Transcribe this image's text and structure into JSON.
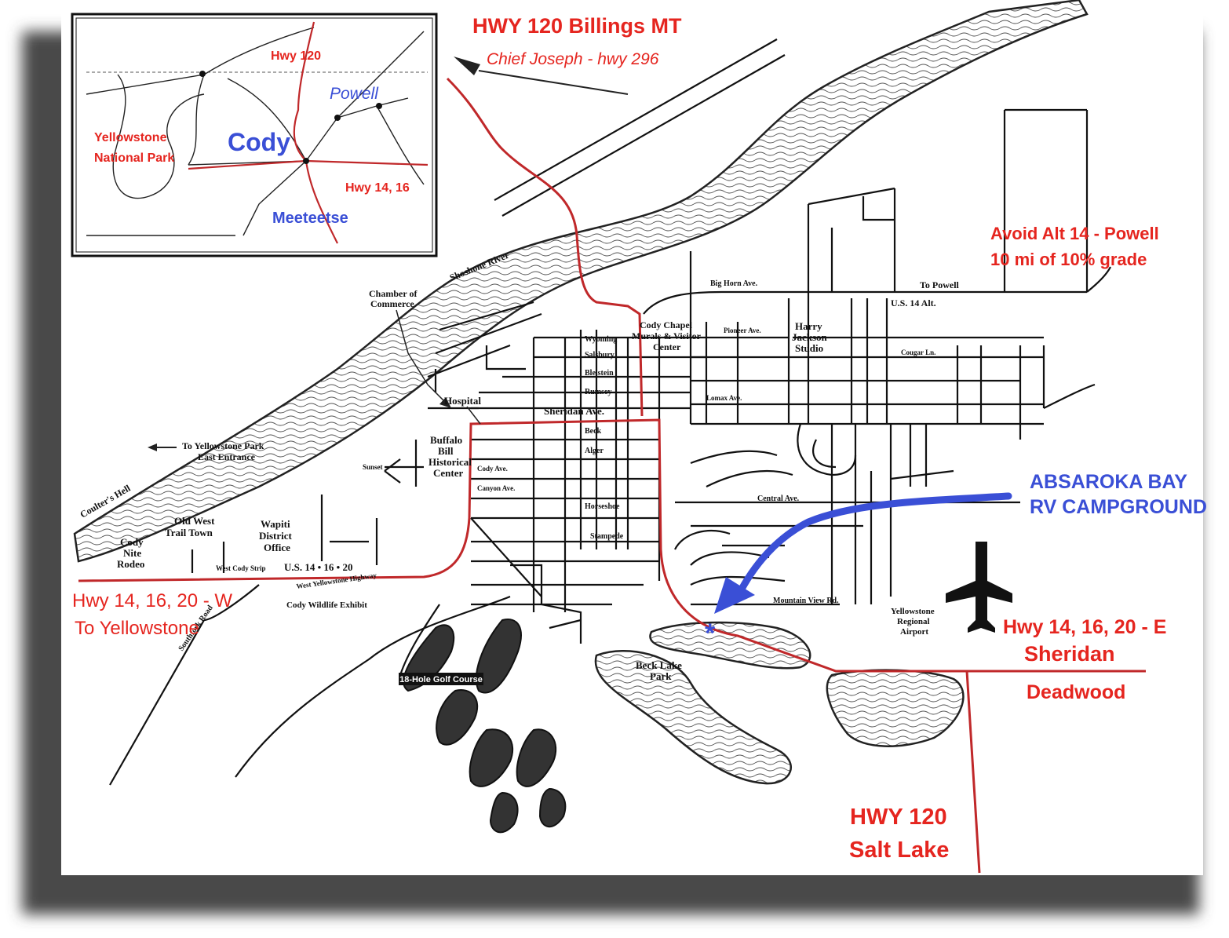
{
  "colors": {
    "route_red": "#c0282a",
    "label_red": "#e5251f",
    "label_blue": "#3a4fd6",
    "shadow": "#4a4a4a",
    "river_fill": "#ffffff"
  },
  "inset": {
    "hwy120": "Hwy 120",
    "powell": "Powell",
    "yellowstone1": "Yellowstone",
    "yellowstone2": "National Park",
    "cody": "Cody",
    "hwy1416": "Hwy 14, 16",
    "meeteetse": "Meeteetse"
  },
  "annotations": {
    "hwy120_billings": "HWY 120 Billings MT",
    "chief_joseph": "Chief Joseph - hwy 296",
    "avoid_alt14": "Avoid Alt 14 - Powell",
    "grade": "10 mi of 10% grade",
    "absaroka1": "ABSAROKA BAY",
    "absaroka2": "RV CAMPGROUND",
    "west1": "Hwy 14, 16, 20 - W",
    "west2": "To Yellowstone",
    "east1": "Hwy 14, 16, 20 - E",
    "east2": "Sheridan",
    "deadwood": "Deadwood",
    "hwy120_south": "HWY 120",
    "salt_lake": "Salt Lake"
  },
  "map_labels": {
    "shoshone_river": "Shoshone River",
    "chamber1": "Chamber of",
    "chamber2": "Commerce",
    "to_yellowstone1": "To Yellowstone Park",
    "to_yellowstone2": "East Entrance",
    "coulters_hell": "Coulter's Hell",
    "hospital": "Hospital",
    "sheridan_ave": "Sheridan Ave.",
    "buffalo1": "Buffalo",
    "buffalo2": "Bill",
    "buffalo3": "Historical",
    "buffalo4": "Center",
    "chapel1": "Cody Chapel",
    "chapel2": "Murals & Visitor",
    "chapel3": "Center",
    "harry1": "Harry",
    "harry2": "Jackson",
    "harry3": "Studio",
    "big_horn": "Big Horn Ave.",
    "us14alt": "U.S. 14 Alt.",
    "to_powell": "To Powell",
    "old_west1": "Old West",
    "old_west2": "Trail Town",
    "wapiti1": "Wapiti",
    "wapiti2": "District",
    "wapiti3": "Office",
    "cody_nite1": "Cody",
    "cody_nite2": "Nite",
    "cody_nite3": "Rodeo",
    "us14_16_20": "U.S. 14 • 16 • 20",
    "west_cody_strip": "West Cody Strip",
    "west_yellowstone_hwy": "West Yellowstone Highway",
    "wildlife": "Cody Wildlife Exhibit",
    "golf": "18-Hole Golf Course",
    "beck1": "Beck Lake",
    "beck2": "Park",
    "airport1": "Yellowstone",
    "airport2": "Regional",
    "airport3": "Airport",
    "beck_st": "Beck",
    "alger": "Alger",
    "stampede": "Stampede",
    "central_ave": "Central Ave.",
    "mountain_view": "Mountain View Rd.",
    "wyoming": "Wyoming",
    "salsbury": "Salsbury",
    "bleistein": "Bleistein",
    "rumsey": "Rumsey",
    "cody_ave": "Cody Ave.",
    "canyon_ave": "Canyon Ave.",
    "horseshoe": "Horseshoe",
    "sunset": "Sunset",
    "pioneer": "Pioneer Ave.",
    "lomax": "Lomax Ave.",
    "cougar": "Cougar Ln.",
    "southfork": "Southfork Road"
  },
  "markers": {
    "campground_star": "*"
  }
}
